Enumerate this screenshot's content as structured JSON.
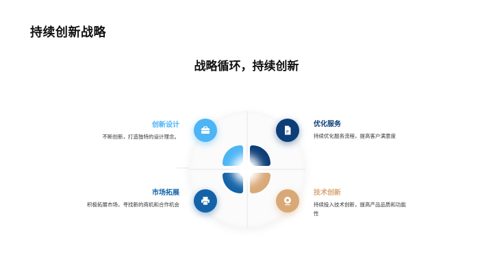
{
  "header": {
    "title": "持续创新战略"
  },
  "diagram": {
    "subtitle": "战略循环，持续创新",
    "colors": {
      "light_blue": "#4db5f5",
      "navy": "#0d3e78",
      "blue": "#1463a8",
      "tan": "#d9a877"
    },
    "items": [
      {
        "title": "创新设计",
        "desc": "不断创新，打造独特的设计理念。",
        "icon": "briefcase-icon",
        "position": "top-left"
      },
      {
        "title": "优化服务",
        "desc": "持续优化服务流程，提高客户满意度",
        "icon": "document-p-icon",
        "position": "top-right"
      },
      {
        "title": "市场拓展",
        "desc": "积极拓展市场，寻找新的商机和合作机会",
        "icon": "printer-icon",
        "position": "bottom-left"
      },
      {
        "title": "技术创新",
        "desc": "持续投入技术创新，提高产品品质和功能性",
        "icon": "webcam-icon",
        "position": "bottom-right"
      }
    ]
  }
}
